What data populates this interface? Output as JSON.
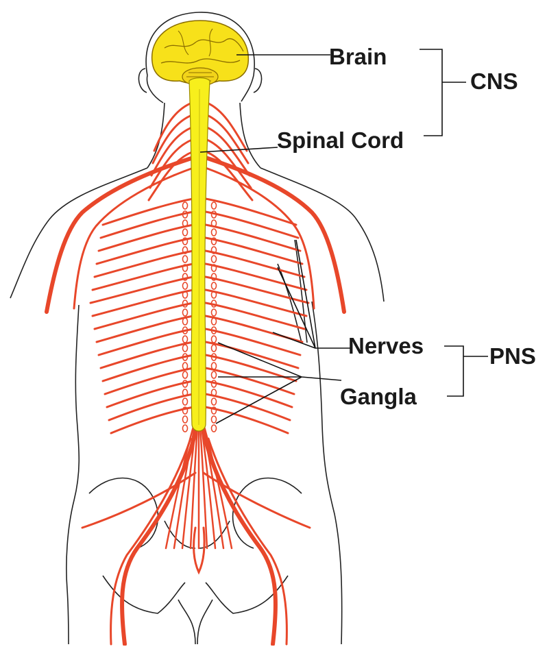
{
  "labels": {
    "brain": "Brain",
    "spinal_cord": "Spinal Cord",
    "cns": "CNS",
    "nerves": "Nerves",
    "gangla": "Gangla",
    "pns": "PNS"
  },
  "colors": {
    "brain": "#f7e11a",
    "spinal_cord": "#f7ef1c",
    "nerves": "#e8472a",
    "outline": "#222222",
    "leader": "#111111"
  }
}
